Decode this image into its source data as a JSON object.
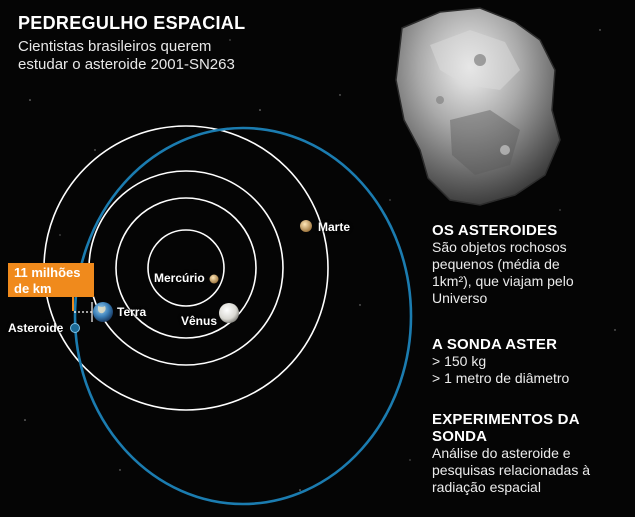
{
  "header": {
    "title": "PEDREGULHO ESPACIAL",
    "subtitle_line1": "Cientistas brasileiros querem",
    "subtitle_line2": "estudar o asteroide 2001-SN263"
  },
  "callout": {
    "line1": "11 milhões",
    "line2": "de km"
  },
  "labels": {
    "mercurio": "Mercúrio",
    "venus": "Vênus",
    "terra": "Terra",
    "marte": "Marte",
    "asteroide": "Asteroide"
  },
  "sections": {
    "asteroides": {
      "heading": "OS ASTEROIDES",
      "lines": [
        "São objetos rochosos",
        "pequenos (média de",
        "1km²), que viajam pelo",
        "Universo"
      ]
    },
    "sonda": {
      "heading": "A SONDA ASTER",
      "lines": [
        "> 150 kg",
        "> 1 metro de diâmetro"
      ]
    },
    "experimentos": {
      "heading": "EXPERIMENTOS DA SONDA",
      "lines": [
        "Análise do asteroide e",
        "pesquisas relacionadas à",
        "radiação espacial"
      ]
    }
  },
  "colors": {
    "background": "#050505",
    "orbit_planet": "#ffffff",
    "orbit_asteroid": "#1b7cb0",
    "callout": "#f08a1c",
    "mercurio": "#d8b27a",
    "marte": "#c9995a",
    "venus": "#ecebe6",
    "asteroide": "#1b6a96"
  },
  "icons": {
    "asteroid_image": "asteroid-rock-icon",
    "terra": "earth-icon",
    "sun": "sun-icon"
  }
}
